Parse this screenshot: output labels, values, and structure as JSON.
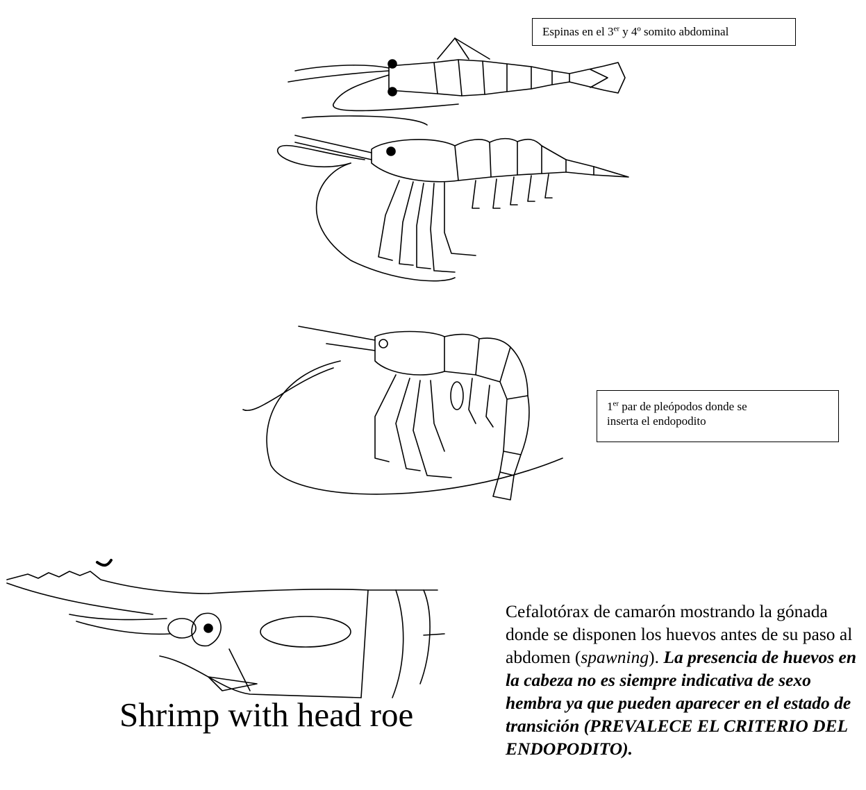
{
  "callouts": {
    "spines": {
      "pre": "Espinas en el 3",
      "sup": "er",
      "post": " y 4º somito abdominal"
    },
    "pleopods": {
      "pre": "1",
      "sup": "er",
      "line1_post": " par de pleópodos donde  se",
      "line2": "inserta el endopodito"
    }
  },
  "figure_caption": "Shrimp with head roe",
  "description": {
    "part1": "Cefalotórax de camarón mostrando la gónada donde se disponen los huevos antes de su paso al abdomen (",
    "italic": "spawning",
    "part2": "). ",
    "bold_italic": "La presencia de huevos en la cabeza no es siempre indicativa de sexo hembra ya que pueden aparecer en el estado de transición (PREVALECE EL CRITERIO DEL ENDOPODITO)."
  },
  "icons": [
    "shrimp-dorsal-icon",
    "shrimp-lateral-icon",
    "shrimp-curved-icon",
    "shrimp-head-roe-icon"
  ]
}
